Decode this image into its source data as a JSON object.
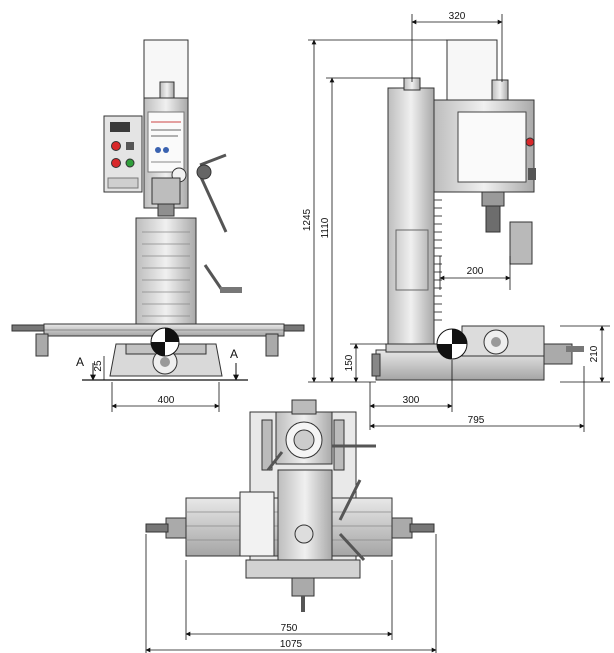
{
  "views": {
    "front": {
      "dims": {
        "width": "400",
        "height": "25"
      },
      "section_label": "A"
    },
    "side": {
      "dims": {
        "top": "320",
        "height_total": "1245",
        "height_column": "1110",
        "height_table": "150",
        "depth_head": "200",
        "base_height": "210",
        "base_depth": "300",
        "total_depth": "795"
      }
    },
    "top": {
      "dims": {
        "table_length": "750",
        "total_length": "1075"
      }
    }
  },
  "palette": {
    "line": "#2a2a2a",
    "metal": "#d6d6d6",
    "metal_dark": "#8f8f8f",
    "panel": "#eeeeee",
    "red": "#d8282a",
    "green": "#2f9e3a"
  }
}
